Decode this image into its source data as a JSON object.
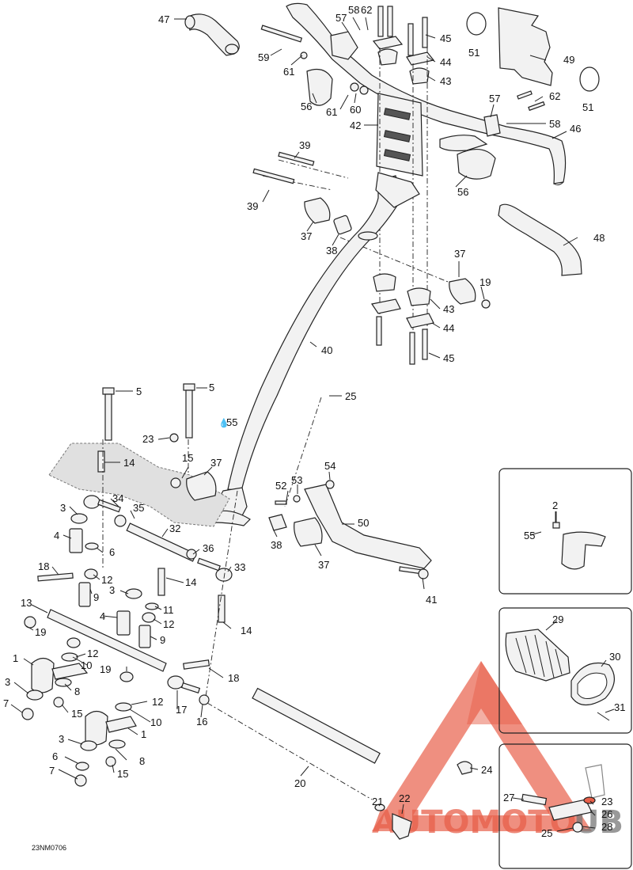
{
  "diagram_code": "23NM0706",
  "watermark": {
    "text": "AUTOMOTO",
    "suffix": "UB",
    "color": "#e8604a"
  },
  "callouts": {
    "c47": "47",
    "c57a": "57",
    "c58a": "58",
    "c62a": "62",
    "c59": "59",
    "c61a": "61",
    "c45a": "45",
    "c44a": "44",
    "c43a": "43",
    "c51a": "51",
    "c49": "49",
    "c51b": "51",
    "c56a": "56",
    "c61b": "61",
    "c60": "60",
    "c42": "42",
    "c57b": "57",
    "c62b": "62",
    "c58b": "58",
    "c46": "46",
    "c39a": "39",
    "c39b": "39",
    "c56b": "56",
    "c37a": "37",
    "c38a": "38",
    "c48": "48",
    "c37b": "37",
    "c19a": "19",
    "c43b": "43",
    "c44b": "44",
    "c45b": "45",
    "c40": "40",
    "c5a": "5",
    "c5b": "5",
    "c25a": "25",
    "c55a": "55",
    "c23a": "23",
    "c14a": "14",
    "c15a": "15",
    "c37c": "37",
    "c54": "54",
    "c52": "52",
    "c53": "53",
    "c3a": "3",
    "c34": "34",
    "c35": "35",
    "c32": "32",
    "c50": "50",
    "c4a": "4",
    "c6": "6",
    "c36": "36",
    "c38b": "38",
    "c37d": "37",
    "c18a": "18",
    "c12a": "12",
    "c14b": "14",
    "c33": "33",
    "c41": "41",
    "c9a": "9",
    "c3b": "3",
    "c13": "13",
    "c4b": "4",
    "c11": "11",
    "c12b": "12",
    "c19b": "19",
    "c9b": "9",
    "c14c": "14",
    "c12c": "12",
    "c1a": "1",
    "c10a": "10",
    "c18b": "18",
    "c3c": "3",
    "c8a": "8",
    "c19c": "19",
    "c7a": "7",
    "c15b": "15",
    "c12d": "12",
    "c17": "17",
    "c16": "16",
    "c10b": "10",
    "c1b": "1",
    "c3d": "3",
    "c6b": "6",
    "c8b": "8",
    "c15c": "15",
    "c7b": "7",
    "c20": "20",
    "c21": "21",
    "c22": "22",
    "c2": "2",
    "c55b": "55",
    "c29": "29",
    "c30": "30",
    "c31": "31",
    "c24": "24",
    "c27": "27",
    "c23b": "23",
    "c26": "26",
    "c25b": "25",
    "c28": "28"
  }
}
